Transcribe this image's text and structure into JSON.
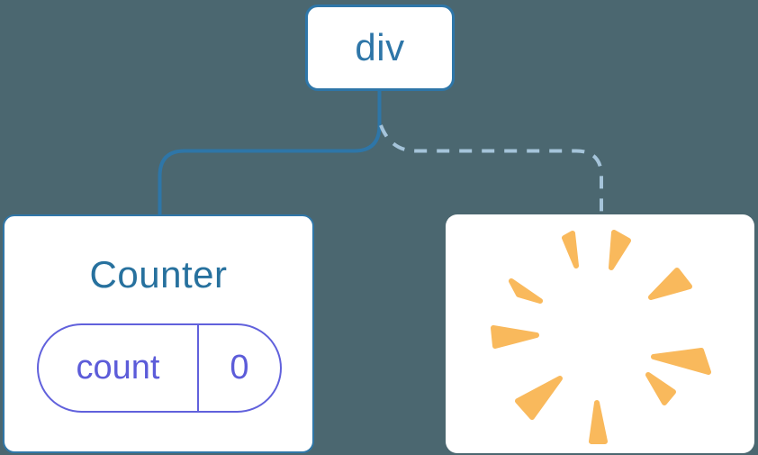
{
  "page": {
    "background_color": "#4B6770",
    "description": "Component tree diagram: div root keeps Counter child (solid edge) while second child is removed with a poof (dashed edge)"
  },
  "tree": {
    "root": {
      "label": "div",
      "text_color": "#2E76A8",
      "border_color": "#2E76A8"
    },
    "edges": [
      {
        "to": "counter",
        "style": "solid",
        "color": "#2E76A8"
      },
      {
        "to": "removed",
        "style": "dashed",
        "color": "#A5C4DA"
      }
    ],
    "children": [
      {
        "id": "counter",
        "title": "Counter",
        "title_color": "#27719E",
        "border_color": "#3077A8",
        "state_pill": {
          "name": "count",
          "value": "0",
          "color": "#6161DC"
        }
      },
      {
        "id": "removed",
        "type": "poof",
        "poof_color": "#F9B95C",
        "ray_count": 9
      }
    ]
  }
}
